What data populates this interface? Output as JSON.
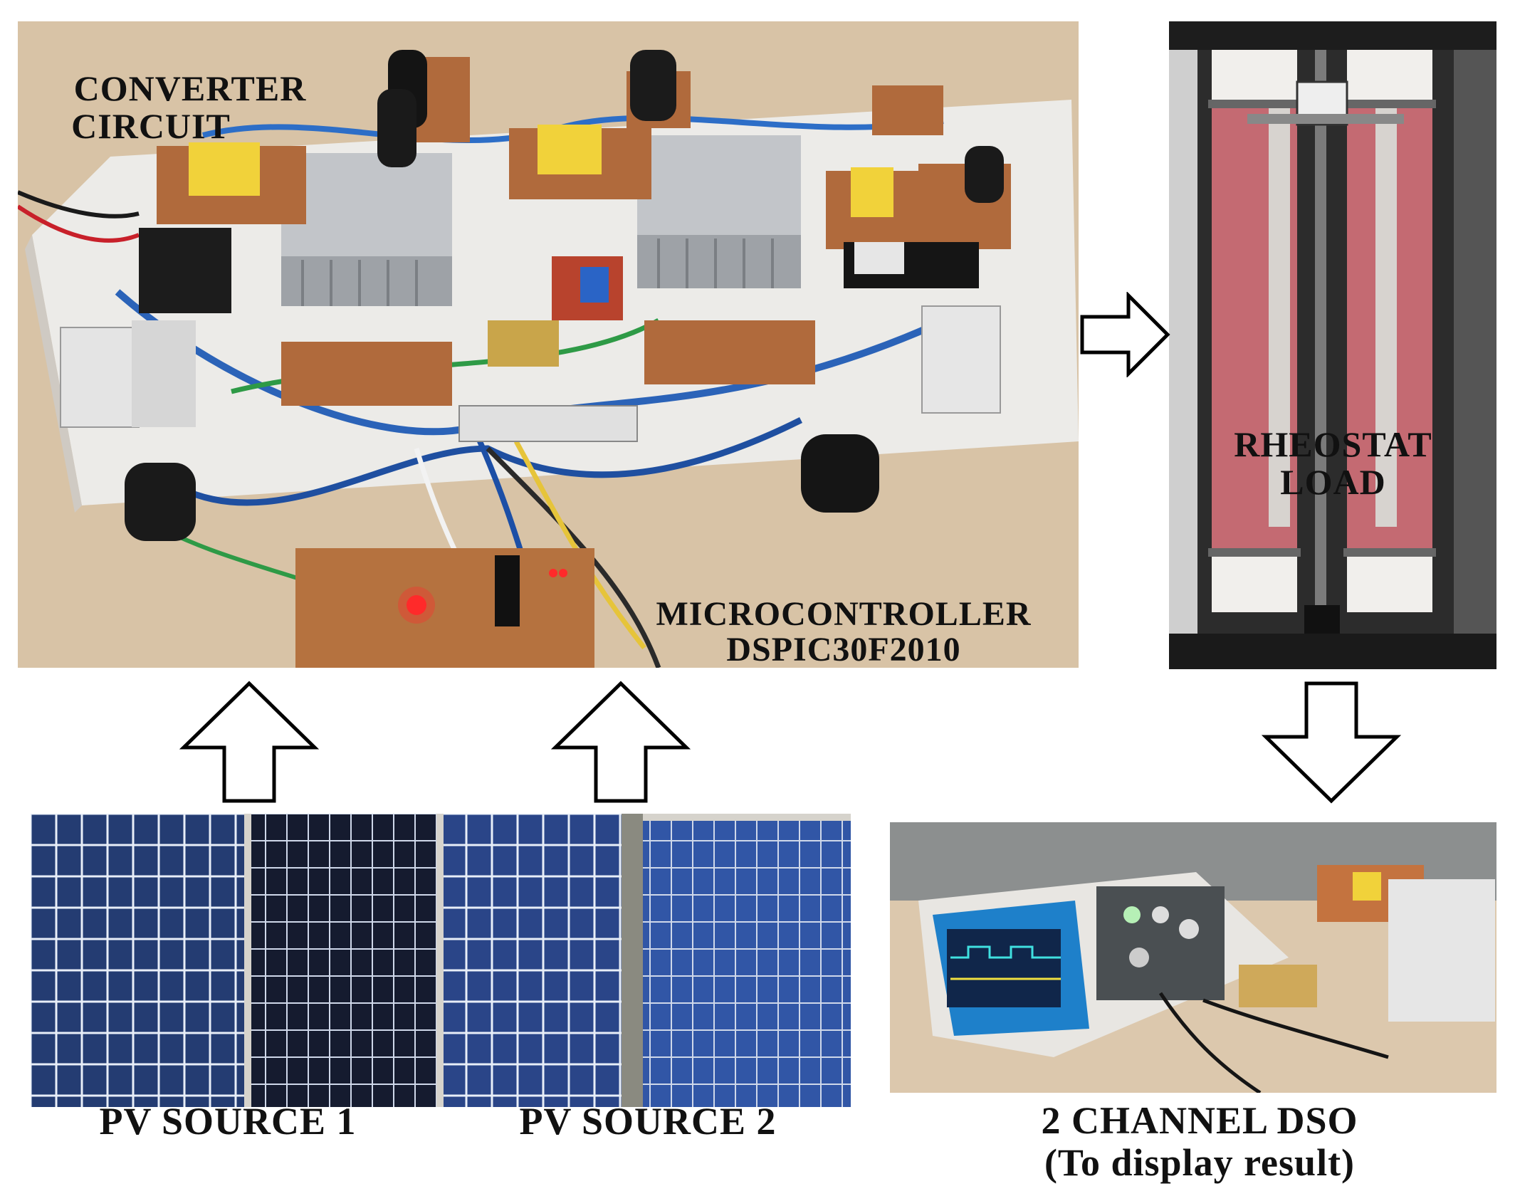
{
  "labels": {
    "converter_line1": "CONVERTER",
    "converter_line2": "CIRCUIT",
    "micro_line1": "MICROCONTROLLER",
    "micro_line2": "DSPIC30F2010",
    "rheostat_line1": "RHEOSTAT",
    "rheostat_line2": "LOAD"
  },
  "captions": {
    "pv1": "PV SOURCE 1",
    "pv2": "PV SOURCE 2",
    "dso_line1": "2 CHANNEL DSO",
    "dso_line2": "(To display result)"
  },
  "colors": {
    "board": "#e9e6e0",
    "pcb": "#b2683a",
    "heatsink": "#b9bcc0",
    "rheostat_tube": "#c46a72",
    "pv_panel": "#1f3566",
    "dso_screen": "#1f7fc8",
    "arrow_stroke": "#000000"
  },
  "icons": {
    "arrow_right": "hollow-arrow-right-icon",
    "arrow_down": "hollow-arrow-down-icon",
    "arrow_up": "hollow-arrow-up-icon"
  }
}
